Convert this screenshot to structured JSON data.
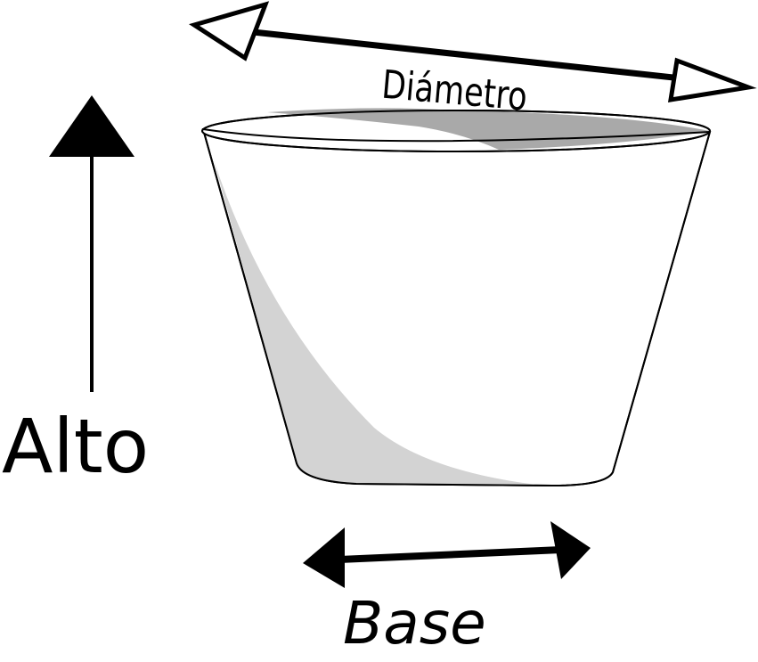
{
  "labels": {
    "diameter": "Diámetro",
    "height": "Alto",
    "base": "Base"
  },
  "colors": {
    "stroke": "#000000",
    "shade_inner": "#a9a9a9",
    "shade_side": "#d3d3d3",
    "fill": "#ffffff"
  }
}
